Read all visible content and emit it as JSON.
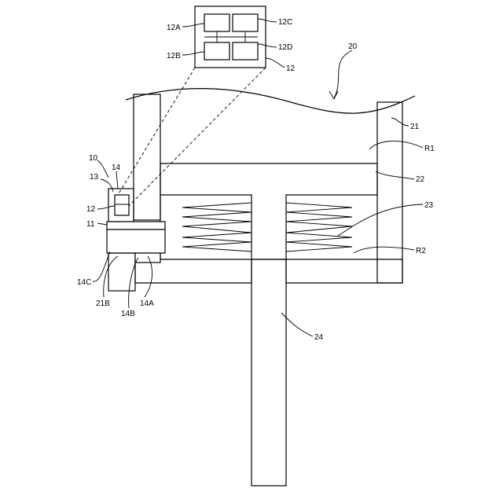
{
  "labels": {
    "l20": "20",
    "l21": "21",
    "lR1": "R1",
    "l22": "22",
    "l23": "23",
    "lR2": "R2",
    "l24": "24",
    "l10": "10",
    "l13": "13",
    "l14": "14",
    "l12": "12",
    "l11": "11",
    "l14C": "14C",
    "l21B": "21B",
    "l14B": "14B",
    "l14A": "14A",
    "l12A": "12A",
    "l12B": "12B",
    "l12C": "12C",
    "l12D": "12D",
    "l12box": "12"
  }
}
